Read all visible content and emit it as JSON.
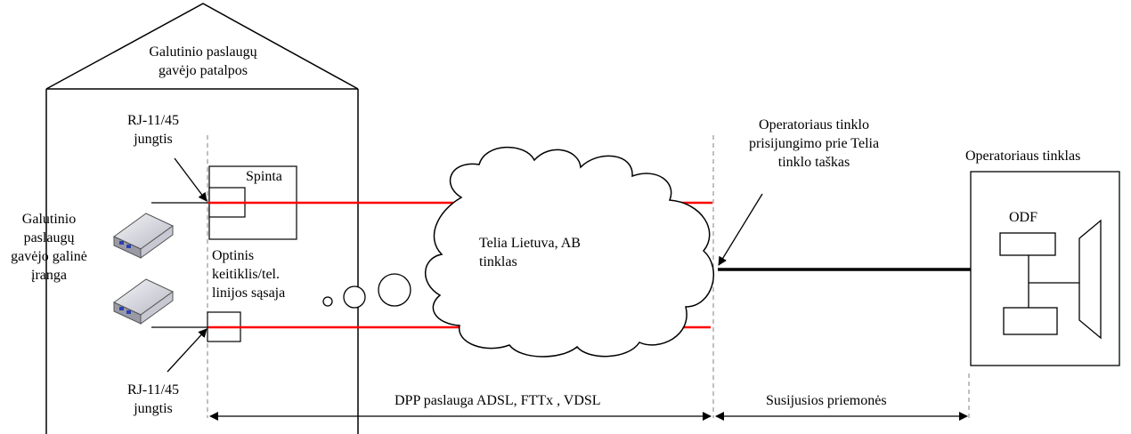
{
  "labels": {
    "premises": "Galutinio paslaugų\ngavėjo patalpos",
    "rj_top": "RJ-11/45\njungtis",
    "rj_bottom": "RJ-11/45\njungtis",
    "end_equipment": "Galutinio\npaslaugų\ngavėjo galinė\nįranga",
    "cabinet": "Spinta",
    "converter": "Optinis\nkeitiklis/tel.\nlinijos sąsaja",
    "cloud": "Telia Lietuva, AB\ntinklas",
    "connection_point": "Operatoriaus tinklo\nprisijungimo prie Telia\ntinklo taškas",
    "operator_network": "Operatoriaus tinklas",
    "odf": "ODF",
    "dpp_service": "DPP paslauga ADSL, FTTx , VDSL",
    "related_means": "Susijusios priemonės"
  },
  "colors": {
    "line": "#000000",
    "signal": "#ff0000",
    "divider": "#808080",
    "device_body": "#e6e6ee",
    "device_port": "#2a3fb0"
  }
}
